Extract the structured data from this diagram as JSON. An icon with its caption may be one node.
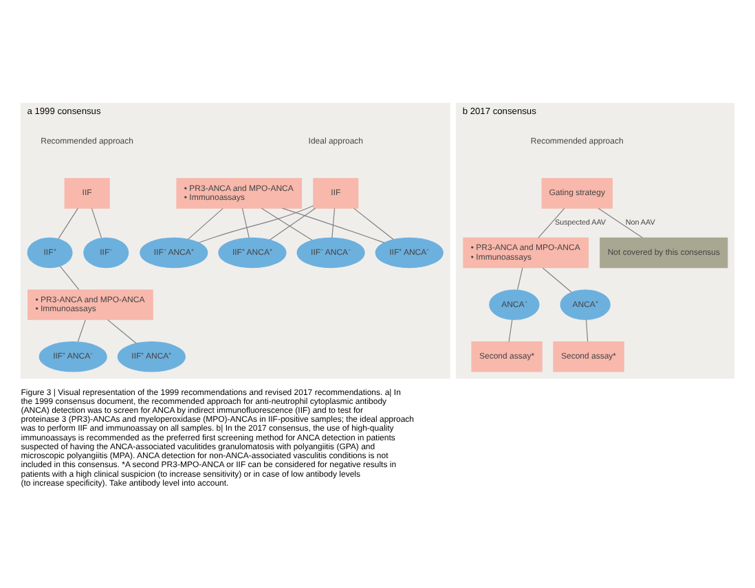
{
  "diagram": {
    "caption": "Figure 3 | Visual representation of the 1999 recommendations and revised 2017 recommendations. a| In the 1999 consensus document, the recommended approach for anti-neutrophil cytoplasmic antibody (ANCA) detection was to screen for ANCA by indirect immunofluorescence (IIF) and to test for proteinase 3 (PR3)-ANCAs and myeloperoxidase (MPO)-ANCAs in IIF-positive samples; the ideal approach was to perform IIF and immunoassay on all samples. b| In the 2017 consensus, the use of high-quality immunoassays is recommended as the preferred first screening method for ANCA detection in patients suspected of having the ANCA-associated vaculitides granulomatosis with polyangiitis (GPA) and microscopic polyangiitis (MPA). ANCA detection for non-ANCA-associated vasculitis conditions is not included in this consensus. *A second PR3-MPO-ANCA or IIF can be considered for negative results in patients with a high clinical suspicion (to increase sensitivity) or in case of low antibody levels (to increase specificity). Take antibody level into account.",
    "nodes": [
      {
        "text": [
          "a 1999 consensus"
        ]
      },
      {
        "text": [
          "IIF"
        ],
        "in": 0
      },
      {
        "text": [
          "• PR3-ANCA and MPO-ANCA",
          "• Immunoassays"
        ],
        "in": 0
      },
      {
        "text": [
          "IIF⁻ ANCA⁻"
        ],
        "in": 0
      },
      {
        "text": [
          "IIF⁻ ANCA⁺"
        ],
        "in": 0
      },
      {
        "text": [
          "IIF⁺ ANCA⁻"
        ],
        "in": 0
      },
      {
        "text": [
          "IIF⁺ ANCA⁺"
        ],
        "in": 0
      },
      {
        "text": [
          "IIF"
        ],
        "in": 0
      },
      {
        "text": [
          "IIF⁻"
        ],
        "in": 0
      },
      {
        "text": [
          "IIF⁺"
        ],
        "in": 0
      },
      {
        "text": [
          "• PR3-ANCA and MPO-ANCA",
          "• Immunoassays"
        ],
        "in": 0
      },
      {
        "text": [
          "IIF⁺ ANCA⁻"
        ],
        "in": 0
      },
      {
        "text": [
          "IIF⁺ ANCA⁺"
        ],
        "in": 0
      },
      {
        "text": [
          "b 2017 consensus"
        ]
      },
      {
        "text": [
          "Gating strategy"
        ],
        "in": 13
      },
      {
        "text": [
          "• PR3-ANCA and MPO-ANCA",
          "• Immunoassays"
        ],
        "in": 13
      },
      {
        "text": [
          "Not covered by this consensus"
        ],
        "in": 13
      },
      {
        "text": [
          "ANCA⁻"
        ],
        "in": 13
      },
      {
        "text": [
          "ANCA⁺"
        ],
        "in": 13
      },
      {
        "text": [
          "Second assay*"
        ],
        "in": 13
      },
      {
        "text": [
          "Second assay*"
        ],
        "in": 13
      }
    ],
    "edges": [
      {
        "from": 1,
        "to": 3,
        "arrow": "none"
      },
      {
        "from": 1,
        "to": 4,
        "arrow": "none"
      },
      {
        "from": 1,
        "to": 5,
        "arrow": "none"
      },
      {
        "from": 1,
        "to": 6,
        "arrow": "none"
      },
      {
        "from": 2,
        "to": 3,
        "arrow": "none"
      },
      {
        "from": 2,
        "to": 4,
        "arrow": "none"
      },
      {
        "from": 2,
        "to": 5,
        "arrow": "none"
      },
      {
        "from": 2,
        "to": 6,
        "arrow": "none"
      },
      {
        "from": 7,
        "to": 8,
        "arrow": "none"
      },
      {
        "from": 7,
        "to": 9,
        "arrow": "none"
      },
      {
        "from": 9,
        "to": 10,
        "arrow": "none"
      },
      {
        "from": 10,
        "to": 11,
        "arrow": "none"
      },
      {
        "from": 10,
        "to": 12,
        "arrow": "none"
      },
      {
        "from": 14,
        "to": 15,
        "arrow": "none",
        "label": "Suspected AAV"
      },
      {
        "from": 14,
        "to": 16,
        "arrow": "none",
        "label": "Non AAV"
      },
      {
        "from": 15,
        "to": 17,
        "arrow": "none"
      },
      {
        "from": 15,
        "to": 18,
        "arrow": "none"
      },
      {
        "from": 17,
        "to": 19,
        "arrow": "none"
      },
      {
        "from": 18,
        "to": 20,
        "arrow": "none"
      }
    ],
    "labels": [
      "Ideal approach",
      "Recommended approach",
      "Recommended approach"
    ]
  }
}
